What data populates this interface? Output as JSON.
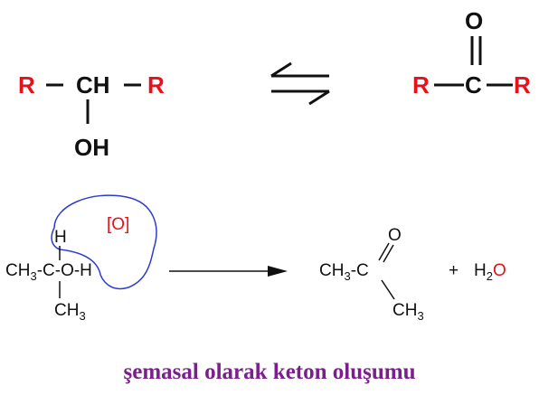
{
  "colors": {
    "r_group": "#e8101a",
    "bond": "#111111",
    "oxidant_circle": "#2b3bd0",
    "oxidant_label": "#e8101a",
    "water_o": "#e8101a",
    "caption": "#7a1f8c"
  },
  "reaction1": {
    "left": {
      "r_left": "R",
      "ch": "CH",
      "r_right": "R",
      "oh": "OH"
    },
    "equilibrium_icon": "equilibrium-arrows",
    "right": {
      "r_left": "R",
      "c": "C",
      "r_right": "R",
      "o": "O"
    }
  },
  "reaction2": {
    "reactant": {
      "ch3_left": "CH",
      "ch3_left_sub": "3",
      "c_o_h": "-C-O-H",
      "h_top": "H",
      "ch3_bottom": "CH",
      "ch3_bottom_sub": "3",
      "oxidant": "[O]"
    },
    "arrow_icon": "right-arrow",
    "product": {
      "ch3_left": "CH",
      "ch3_left_sub": "3",
      "c": "-C",
      "o": "O",
      "ch3_bottom": "CH",
      "ch3_bottom_sub": "3"
    },
    "plus": "+",
    "water_h": "H",
    "water_sub": "2",
    "water_o": "O"
  },
  "caption": "şemasal olarak keton oluşumu"
}
